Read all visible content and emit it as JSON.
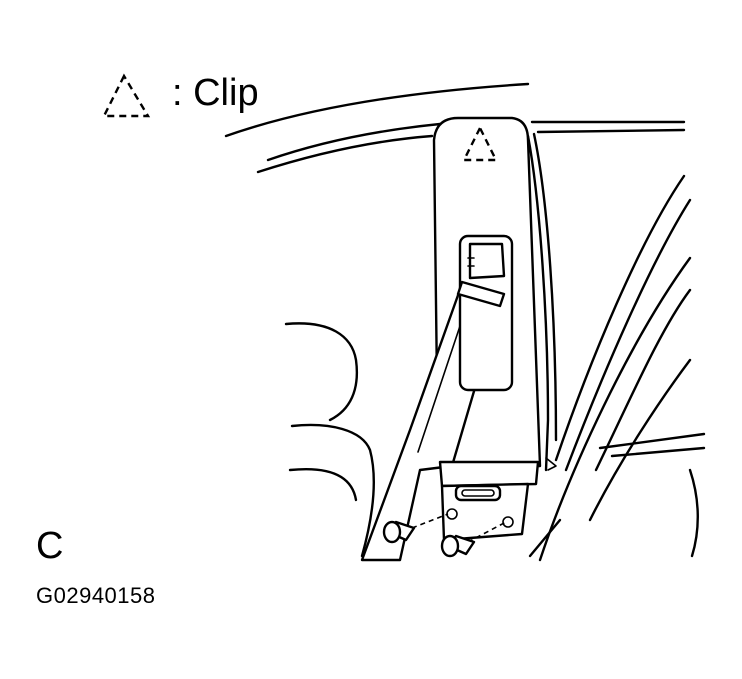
{
  "legend": {
    "symbol": "dashed-triangle-icon",
    "label": ": Clip"
  },
  "view_letter": "C",
  "figure_code": "G02940158"
}
